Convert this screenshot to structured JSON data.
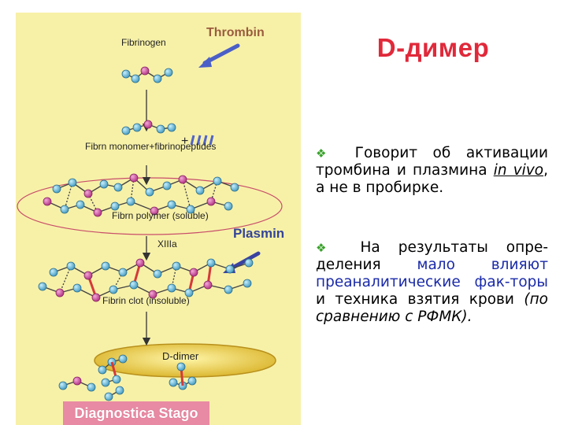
{
  "slide": {
    "title": "D-димер"
  },
  "diagram": {
    "labels": {
      "fibrinogen": "Fibrinogen",
      "thrombin": "Thrombin",
      "plus": "+",
      "monomer": "Fibrn monomer+fibrinopeptides",
      "polymer": "Fibrn polymer (soluble)",
      "xiiia": "XIIIa",
      "plasmin": "Plasmin",
      "clot": "Fibrin clot (insoluble)",
      "ddimer": "D-dimer"
    },
    "badge": "Diagnostica Stago",
    "colors": {
      "panel": "#f7f1a8",
      "molecule_blue": "#55aed2",
      "molecule_pink": "#cc3f97",
      "arrow_blue": "#4a5fc7",
      "enzyme_text": "#9a5c3e",
      "plasmin_text": "#34449a",
      "crosslink": "#d43a3a",
      "ellipse_fill": "#e8c23b"
    }
  },
  "bullets": [
    {
      "marker": "❖",
      "segments": [
        {
          "text": "Говорит об активации тромбина и плазмина ",
          "style": "normal"
        },
        {
          "text": "in vivo",
          "style": "italic-underline"
        },
        {
          "text": ", а не в пробирке.",
          "style": "normal"
        }
      ]
    },
    {
      "marker": "❖",
      "segments": [
        {
          "text": "На результаты опре-деления ",
          "style": "normal"
        },
        {
          "text": "мало влияют преаналитические фак-торы",
          "style": "highlight"
        },
        {
          "text": " и техника взятия крови ",
          "style": "normal"
        },
        {
          "text": "(по сравнению с РФМК).",
          "style": "italic"
        }
      ]
    }
  ]
}
